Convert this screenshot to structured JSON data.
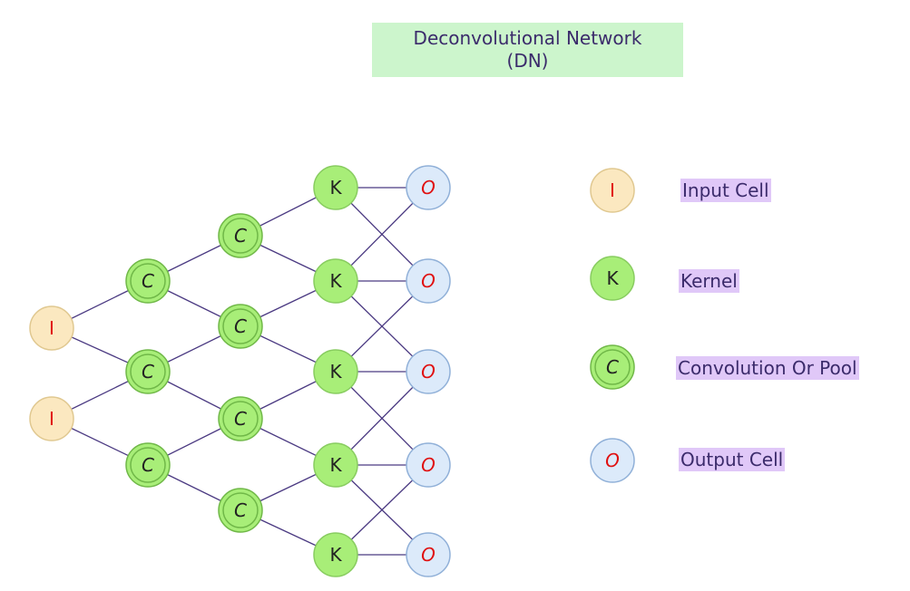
{
  "title": {
    "line1": "Deconvolutional Network",
    "line2": "(DN)"
  },
  "colors": {
    "input_fill": "#fbe8c0",
    "input_stroke": "#e0c890",
    "kernel_fill": "#a8ee78",
    "kernel_stroke": "#88cc60",
    "conv_fill": "#a8ee78",
    "conv_stroke": "#70b848",
    "output_fill": "#dceafa",
    "output_stroke": "#90b0d8",
    "edge": "#4b3a82",
    "red_text": "#e01010",
    "dark_text": "#222222",
    "title_bg": "#ccf5cc",
    "legend_label_bg": "#e0c8f8"
  },
  "network": {
    "layers": [
      {
        "type": "input",
        "label": "I",
        "count": 2
      },
      {
        "type": "conv",
        "label": "C",
        "count": 3
      },
      {
        "type": "conv",
        "label": "C",
        "count": 4
      },
      {
        "type": "kernel",
        "label": "K",
        "count": 5
      },
      {
        "type": "output",
        "label": "O",
        "count": 5
      }
    ]
  },
  "legend": [
    {
      "type": "input",
      "symbol": "I",
      "text": "Input Cell"
    },
    {
      "type": "kernel",
      "symbol": "K",
      "text": "Kernel"
    },
    {
      "type": "conv",
      "symbol": "C",
      "text": "Convolution Or Pool"
    },
    {
      "type": "output",
      "symbol": "O",
      "text": "Output Cell"
    }
  ]
}
